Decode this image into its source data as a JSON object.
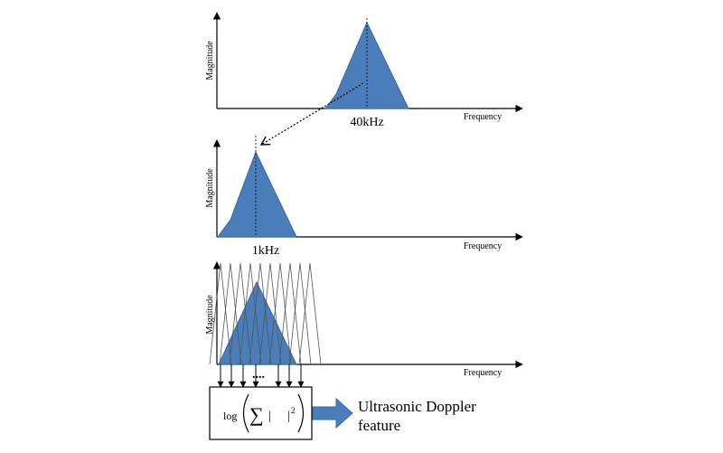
{
  "panels": [
    {
      "ylabel": "Magnitude",
      "xlabel": "Frequency",
      "peak_label": "40kHz"
    },
    {
      "ylabel": "Magnitude",
      "xlabel": "Frequency",
      "peak_label": "1kHz"
    },
    {
      "ylabel": "Magnitude",
      "xlabel": "Frequency"
    }
  ],
  "filterbank": {
    "ellipsis": "...."
  },
  "formula": {
    "log": "log",
    "sum": "∑",
    "bar": "|",
    "exponent": "2"
  },
  "output": {
    "line1": "Ultrasonic Doppler",
    "line2": "feature"
  },
  "colors": {
    "spectrum_fill": "#4a7ebb",
    "spectrum_stroke": "#3a6aa6",
    "arrow_fill": "#4a7ebb"
  }
}
